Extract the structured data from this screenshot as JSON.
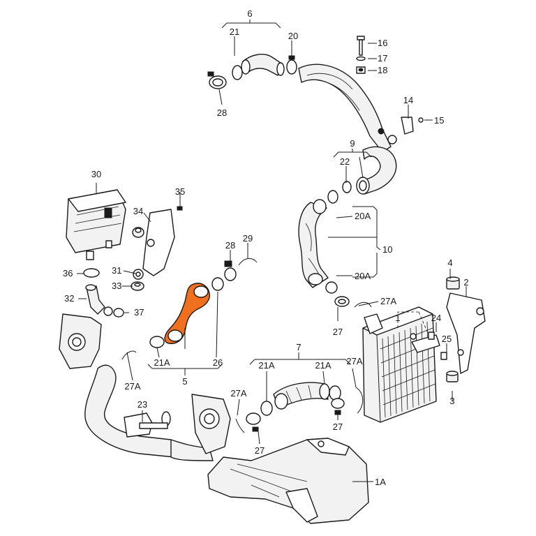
{
  "colors": {
    "highlight": "#f07020",
    "ink": "#1a1a1a",
    "part_fill": "#f2f2f2"
  },
  "labels": {
    "l1": "1",
    "l1A": "1A",
    "l2": "2",
    "l3": "3",
    "l4": "4",
    "l5": "5",
    "l6": "6",
    "l7": "7",
    "l9": "9",
    "l10": "10",
    "l14": "14",
    "l15": "15",
    "l16": "16",
    "l17": "17",
    "l18": "18",
    "l20": "20",
    "l20A_top": "20A",
    "l20A_bot": "20A",
    "l21": "21",
    "l21A_left": "21A",
    "l21A_mid": "21A",
    "l21A_right": "21A",
    "l22": "22",
    "l23": "23",
    "l24": "24",
    "l25": "25",
    "l26": "26",
    "l27_a": "27",
    "l27_b": "27",
    "l27_c": "27",
    "l27A_a": "27A",
    "l27A_b": "27A",
    "l27A_c": "27A",
    "l27A_d": "27A",
    "l28_top": "28",
    "l28_mid": "28",
    "l29": "29",
    "l30": "30",
    "l31": "31",
    "l32": "32",
    "l33": "33",
    "l34": "34",
    "l35": "35",
    "l36": "36",
    "l37": "37"
  }
}
